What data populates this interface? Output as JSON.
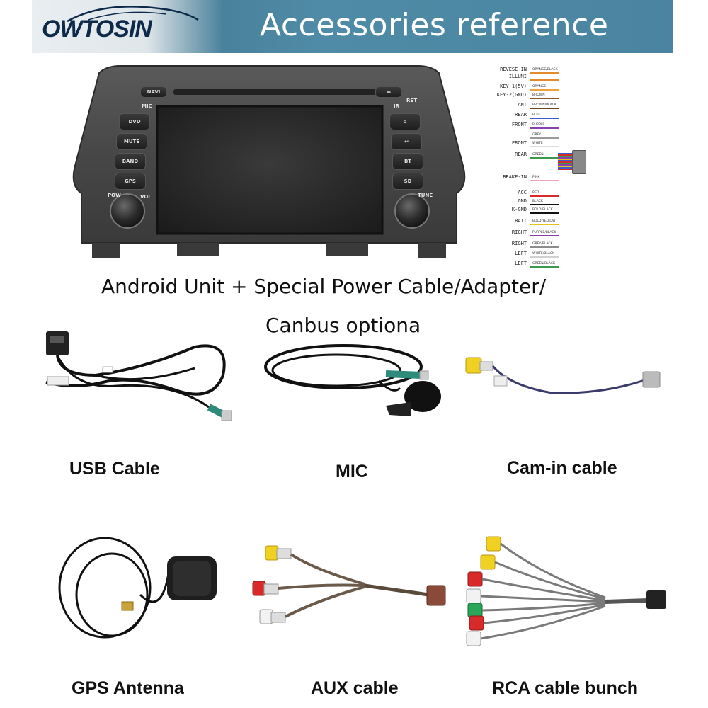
{
  "header": {
    "logo_text": "OWTOSIN",
    "title": "Accessories reference"
  },
  "unit": {
    "buttons_left": [
      "DVD",
      "MUTE",
      "BAND",
      "GPS"
    ],
    "buttons_right": [
      "home-icon",
      "back-icon",
      "BT",
      "SD"
    ],
    "top_left_button": "NAVI",
    "mic_label": "MIC",
    "ir_label": "IR",
    "rst_label": "RST",
    "pow_label": "POW",
    "vol_label": "VOL",
    "tune_label": "TUNE"
  },
  "wiring": [
    {
      "label": "REVESE-IN",
      "tag": "ORANGE/BLACK",
      "color": "#e38a2a"
    },
    {
      "label": "ILLUMI",
      "tag": "",
      "color": "#e38a2a"
    },
    {
      "label": "KEY-1(5V)",
      "tag": "ORANGE",
      "color": "#f0a040"
    },
    {
      "label": "KEY-2(GND)",
      "tag": "BROWN",
      "color": "#8a5a2b"
    },
    {
      "label": "ANT",
      "tag": "BROWN/BLACK",
      "color": "#6b4424"
    },
    {
      "label": "REAR",
      "tag": "BLUE",
      "color": "#3a5ccc"
    },
    {
      "label": "FRONT",
      "tag": "PURPLE",
      "color": "#8a3fb0"
    },
    {
      "label": "",
      "tag": "GREY",
      "color": "#999999"
    },
    {
      "label": "FRONT",
      "tag": "WHITE",
      "color": "#dddddd"
    },
    {
      "label": "REAR",
      "tag": "GREEN",
      "color": "#3a9a4a"
    },
    {
      "label": "BRAKE-IN",
      "tag": "PINK",
      "color": "#f2a2c0"
    },
    {
      "label": "ACC",
      "tag": "RED",
      "color": "#d82a2a"
    },
    {
      "label": "GND",
      "tag": "BLACK",
      "color": "#111111"
    },
    {
      "label": "K-GND",
      "tag": "BOLD BLACK",
      "color": "#111111"
    },
    {
      "label": "BATT",
      "tag": "BOLD YELLOW",
      "color": "#e5c51a"
    },
    {
      "label": "RIGHT",
      "tag": "PURPLE/BLACK",
      "color": "#8a3fb0"
    },
    {
      "label": "RIGHT",
      "tag": "GREY/BLACK",
      "color": "#8c8c8c"
    },
    {
      "label": "LEFT",
      "tag": "WHITE/BLACK",
      "color": "#d0d0d0"
    },
    {
      "label": "LEFT",
      "tag": "GREEN/BLACK",
      "color": "#3a9a4a"
    }
  ],
  "captions": {
    "main_line1": "Android Unit + Special Power Cable/Adapter/",
    "main_line2": "Canbus optiona",
    "usb": "USB Cable",
    "mic": "MIC",
    "cam": "Cam-in cable",
    "gps": "GPS Antenna",
    "aux": "AUX cable",
    "rca": "RCA cable bunch"
  },
  "colors": {
    "banner": "#4a84a0",
    "unit_body": "#4b4b4b",
    "screen": "#2a2a2a",
    "rca_yellow": "#f0d020",
    "rca_red": "#d82a2a",
    "rca_white": "#f2f2f2",
    "rca_green": "#2aa55a",
    "connector_teal": "#2e8a7a"
  }
}
